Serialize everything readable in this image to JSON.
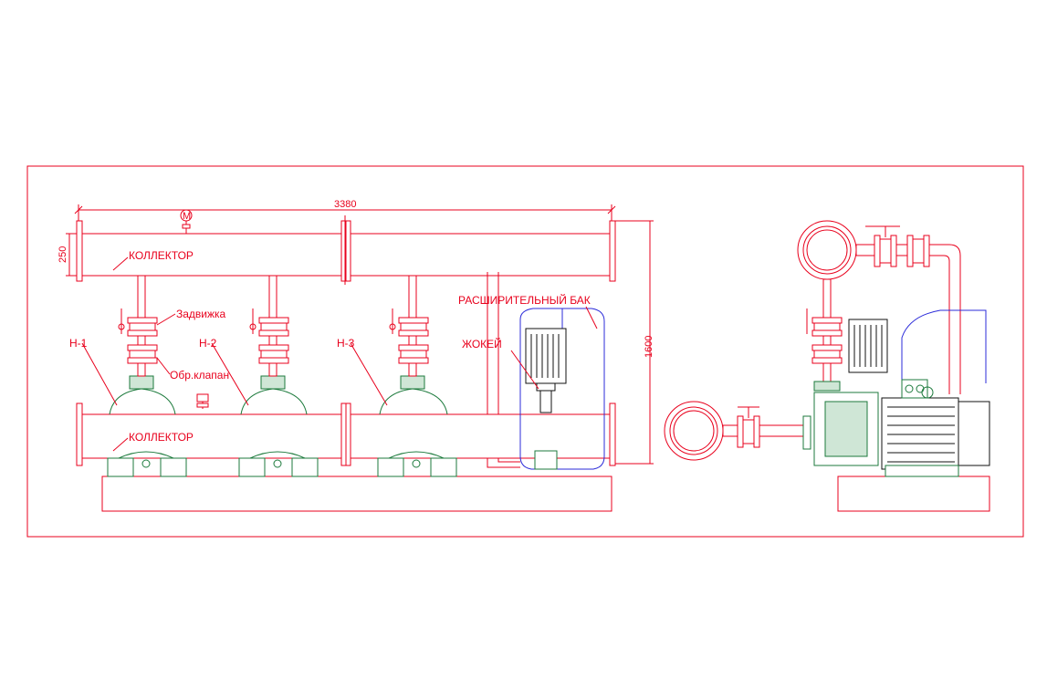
{
  "labels": {
    "collector_top": "КОЛЛЕКТОР",
    "collector_bottom": "КОЛЛЕКТОР",
    "valve": "Задвижка",
    "check_valve": "Обр.клапан",
    "pump1": "Н-1",
    "pump2": "Н-2",
    "pump3": "Н-3",
    "tank": "РАСШИРИТЕЛЬНЫЙ БАК",
    "jockey": "ЖОКЕЙ",
    "manometer": "М"
  },
  "dimensions": {
    "length": "3380",
    "height": "1600",
    "pipe": "250"
  },
  "colors": {
    "pipework": "#e8001c",
    "equipment": "#1c7a3c",
    "tank": "#2b2bd9",
    "motor": "#111111"
  }
}
